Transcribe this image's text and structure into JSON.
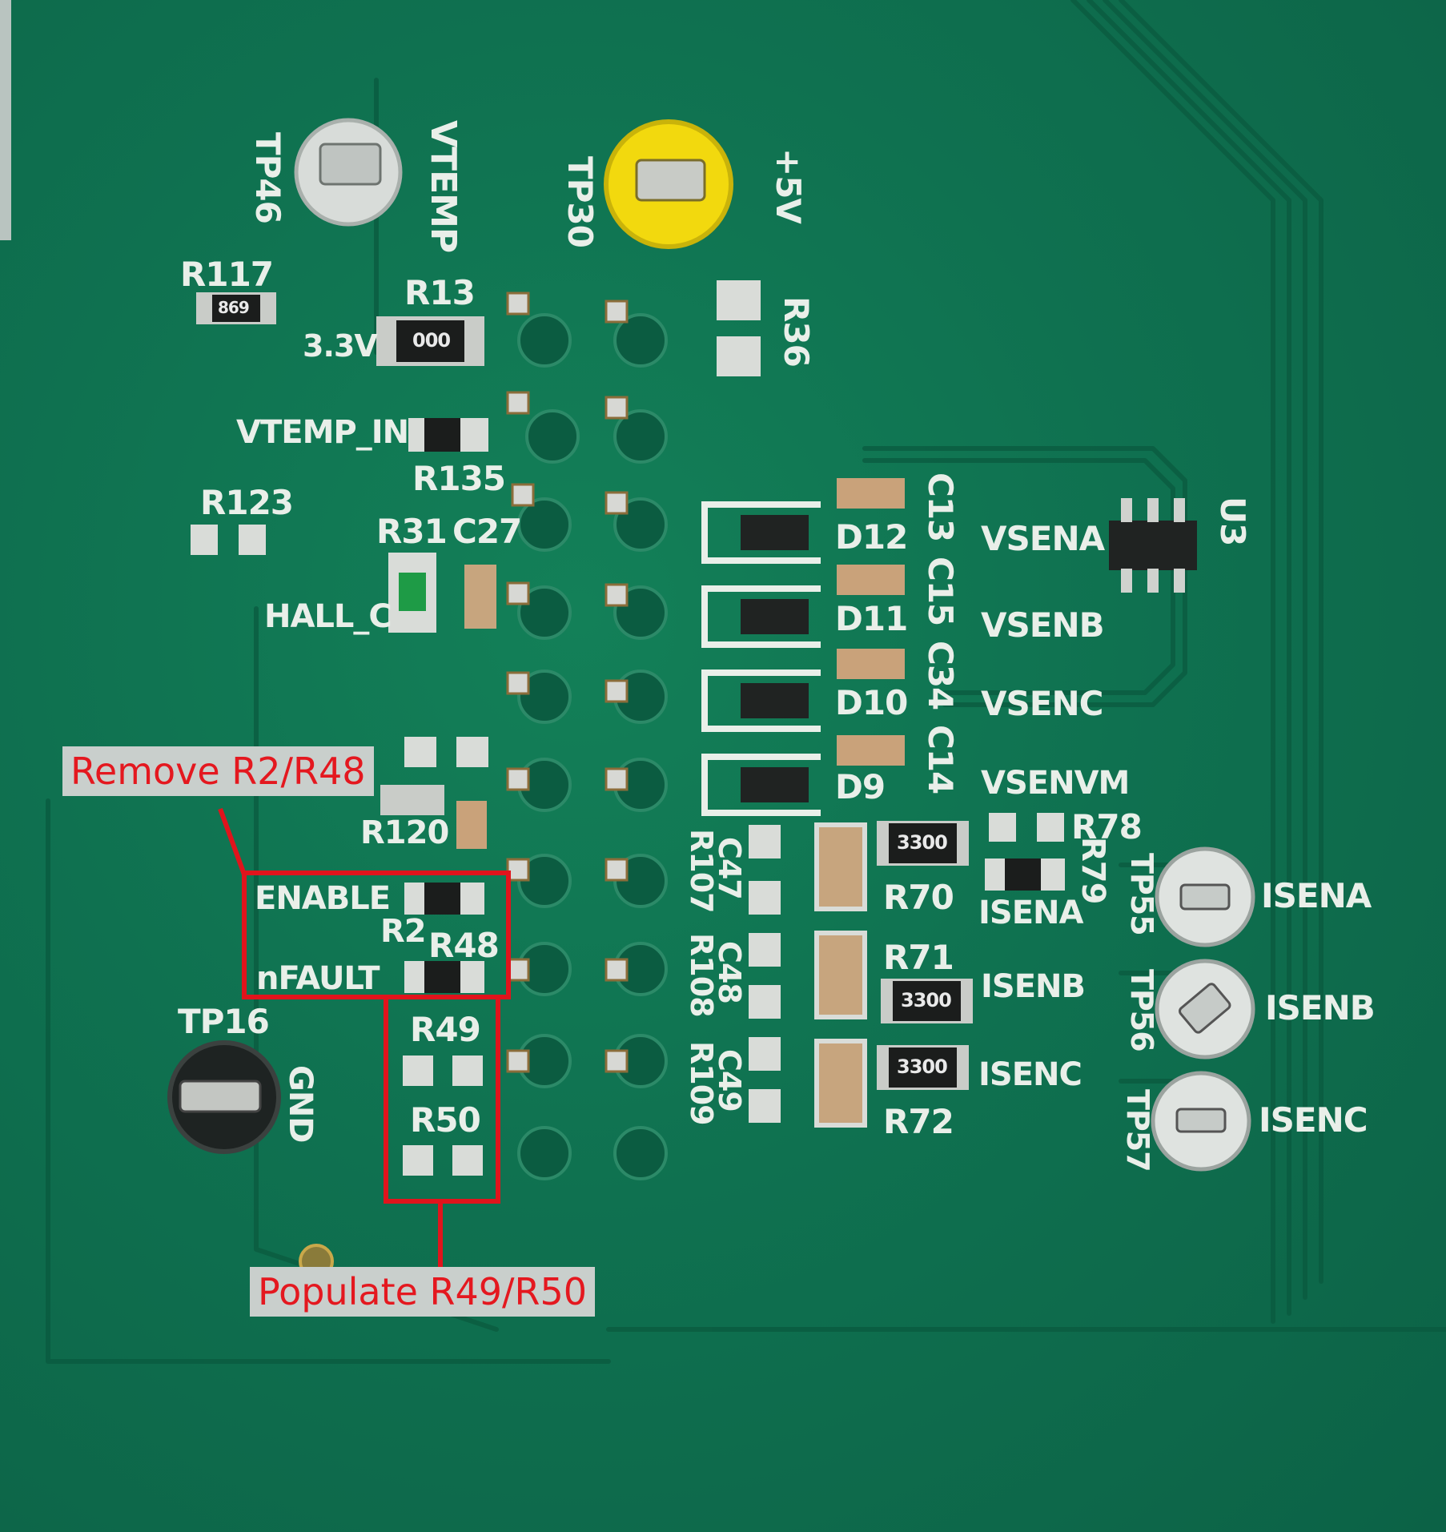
{
  "callouts": {
    "remove": "Remove R2/R48",
    "populate": "Populate R49/R50"
  },
  "labels": {
    "tp46": "TP46",
    "vtemp": "VTEMP",
    "tp30": "TP30",
    "plus5v": "+5V",
    "r117": "R117",
    "r13": "R13",
    "v33": "3.3V",
    "r36": "R36",
    "vtemp_in": "VTEMP_IN",
    "r135": "R135",
    "r123": "R123",
    "r31": "R31",
    "c27": "C27",
    "hall_c": "HALL_C",
    "c13": "C13",
    "d12": "D12",
    "vsena": "VSENA",
    "u3": "U3",
    "c15": "C15",
    "d11": "D11",
    "vsenb": "VSENB",
    "c34": "C34",
    "d10": "D10",
    "vsenc": "VSENC",
    "c14": "C14",
    "d9": "D9",
    "vsenvm": "VSENVM",
    "r78": "R78",
    "r79": "R79",
    "r120": "R120",
    "enable": "ENABLE",
    "r2": "R2",
    "r48": "R48",
    "nfault": "nFAULT",
    "c47": "C47",
    "r107": "R107",
    "r70": "R70",
    "isena_lbl": "ISENA",
    "tp55": "TP55",
    "isena_tp": "ISENA",
    "c48": "C48",
    "r108": "R108",
    "r71": "R71",
    "isenb_lbl": "ISENB",
    "tp56": "TP56",
    "isenb_tp": "ISENB",
    "c49": "C49",
    "r109": "R109",
    "r72": "R72",
    "isenc_lbl": "ISENC",
    "tp57": "TP57",
    "isenc_tp": "ISENC",
    "tp16": "TP16",
    "gnd": "GND",
    "r49": "R49",
    "r50": "R50"
  },
  "markings": {
    "r117": "869",
    "r13": "000",
    "r70": "3300",
    "r71": "3300",
    "r72": "3300"
  }
}
